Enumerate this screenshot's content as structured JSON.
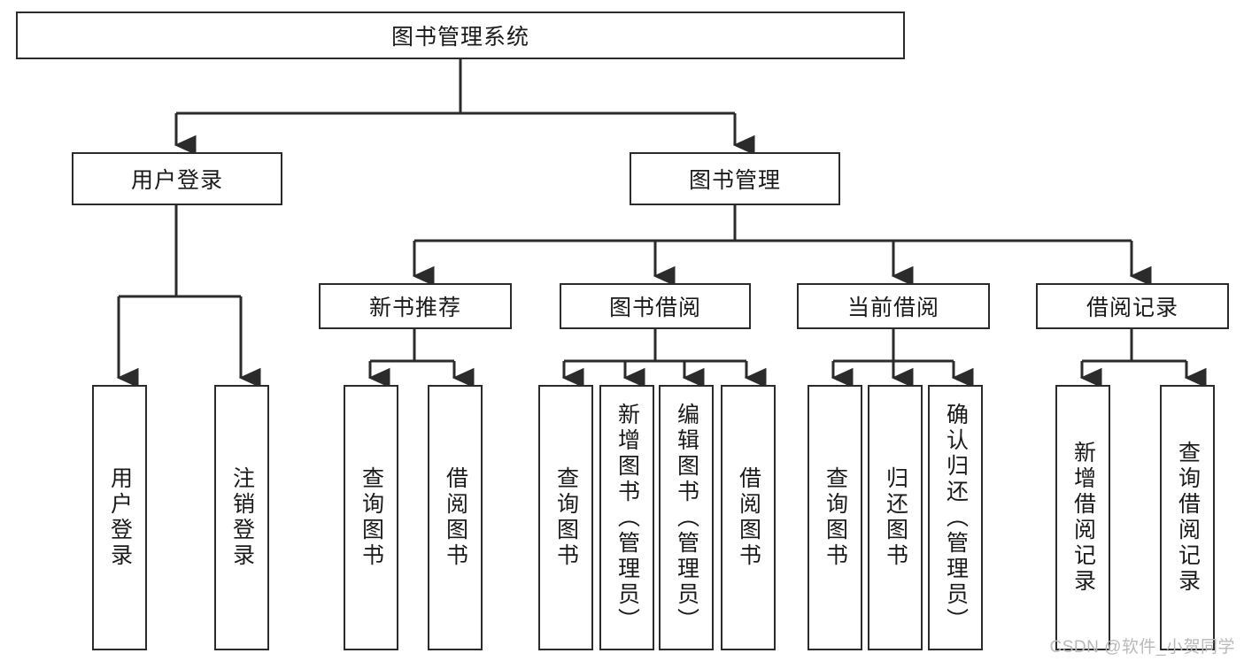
{
  "diagram": {
    "type": "tree-hierarchy",
    "title": "图书管理系统",
    "root": {
      "id": "root",
      "label": "图书管理系统"
    },
    "level2": [
      {
        "id": "user-login",
        "label": "用户登录"
      },
      {
        "id": "book-management",
        "label": "图书管理"
      }
    ],
    "level3": [
      {
        "id": "new-book-recommend",
        "label": "新书推荐",
        "parent": "book-management"
      },
      {
        "id": "book-borrow",
        "label": "图书借阅",
        "parent": "book-management"
      },
      {
        "id": "current-borrow",
        "label": "当前借阅",
        "parent": "book-management"
      },
      {
        "id": "borrow-record",
        "label": "借阅记录",
        "parent": "book-management"
      }
    ],
    "leaves": [
      {
        "id": "leaf-user-login",
        "label": "用户登录",
        "parent": "user-login"
      },
      {
        "id": "leaf-logout",
        "label": "注销登录",
        "parent": "user-login"
      },
      {
        "id": "leaf-query-book-1",
        "label": "查询图书",
        "parent": "new-book-recommend"
      },
      {
        "id": "leaf-borrow-book-1",
        "label": "借阅图书",
        "parent": "new-book-recommend"
      },
      {
        "id": "leaf-query-book-2",
        "label": "查询图书",
        "parent": "book-borrow"
      },
      {
        "id": "leaf-add-book",
        "label": "新增图书（管理员）",
        "parent": "book-borrow"
      },
      {
        "id": "leaf-edit-book",
        "label": "编辑图书（管理员）",
        "parent": "book-borrow"
      },
      {
        "id": "leaf-borrow-book-2",
        "label": "借阅图书",
        "parent": "book-borrow"
      },
      {
        "id": "leaf-query-book-3",
        "label": "查询图书",
        "parent": "current-borrow"
      },
      {
        "id": "leaf-return-book",
        "label": "归还图书",
        "parent": "current-borrow"
      },
      {
        "id": "leaf-confirm-return",
        "label": "确认归还（管理员）",
        "parent": "current-borrow"
      },
      {
        "id": "leaf-add-record",
        "label": "新增借阅记录",
        "parent": "borrow-record"
      },
      {
        "id": "leaf-query-record",
        "label": "查询借阅记录",
        "parent": "borrow-record"
      }
    ]
  },
  "watermark": {
    "text": "CSDN @软件_小贺同学"
  },
  "colors": {
    "stroke": "#2b2b2b",
    "background": "#ffffff",
    "text": "#1a1a1a",
    "watermark": "#b9b9b9"
  }
}
